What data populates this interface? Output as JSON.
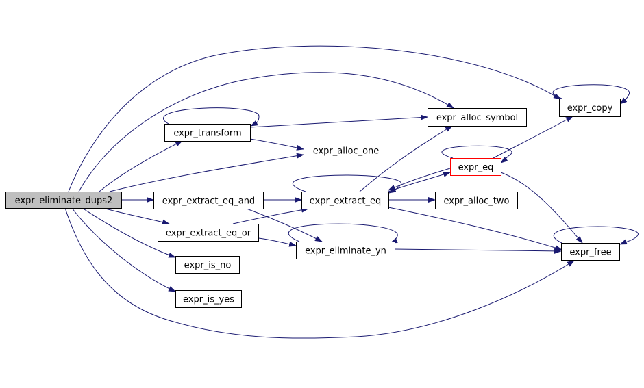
{
  "colors": {
    "edge": "#191970",
    "node_border": "#000000",
    "highlight_border": "#ff0000",
    "root_fill": "#bfbfbf",
    "node_fill": "#ffffff"
  },
  "nodes": [
    {
      "id": "expr_eliminate_dups2",
      "label": "expr_eliminate_dups2",
      "root": true
    },
    {
      "id": "expr_transform",
      "label": "expr_transform"
    },
    {
      "id": "expr_alloc_symbol",
      "label": "expr_alloc_symbol"
    },
    {
      "id": "expr_copy",
      "label": "expr_copy"
    },
    {
      "id": "expr_alloc_one",
      "label": "expr_alloc_one"
    },
    {
      "id": "expr_eq",
      "label": "expr_eq",
      "highlight": true
    },
    {
      "id": "expr_extract_eq_and",
      "label": "expr_extract_eq_and"
    },
    {
      "id": "expr_extract_eq",
      "label": "expr_extract_eq"
    },
    {
      "id": "expr_alloc_two",
      "label": "expr_alloc_two"
    },
    {
      "id": "expr_extract_eq_or",
      "label": "expr_extract_eq_or"
    },
    {
      "id": "expr_eliminate_yn",
      "label": "expr_eliminate_yn"
    },
    {
      "id": "expr_free",
      "label": "expr_free"
    },
    {
      "id": "expr_is_no",
      "label": "expr_is_no"
    },
    {
      "id": "expr_is_yes",
      "label": "expr_is_yes"
    }
  ],
  "edges": [
    {
      "from": "expr_eliminate_dups2",
      "to": "expr_copy"
    },
    {
      "from": "expr_eliminate_dups2",
      "to": "expr_alloc_symbol"
    },
    {
      "from": "expr_eliminate_dups2",
      "to": "expr_transform"
    },
    {
      "from": "expr_eliminate_dups2",
      "to": "expr_alloc_one"
    },
    {
      "from": "expr_eliminate_dups2",
      "to": "expr_extract_eq_and"
    },
    {
      "from": "expr_eliminate_dups2",
      "to": "expr_extract_eq_or"
    },
    {
      "from": "expr_eliminate_dups2",
      "to": "expr_is_no"
    },
    {
      "from": "expr_eliminate_dups2",
      "to": "expr_is_yes"
    },
    {
      "from": "expr_eliminate_dups2",
      "to": "expr_free"
    },
    {
      "from": "expr_transform",
      "to": "expr_transform"
    },
    {
      "from": "expr_transform",
      "to": "expr_alloc_symbol"
    },
    {
      "from": "expr_transform",
      "to": "expr_alloc_one"
    },
    {
      "from": "expr_copy",
      "to": "expr_copy"
    },
    {
      "from": "expr_eq",
      "to": "expr_eq"
    },
    {
      "from": "expr_eq",
      "to": "expr_copy"
    },
    {
      "from": "expr_eq",
      "to": "expr_extract_eq"
    },
    {
      "from": "expr_eq",
      "to": "expr_free"
    },
    {
      "from": "expr_extract_eq_and",
      "to": "expr_extract_eq"
    },
    {
      "from": "expr_extract_eq_and",
      "to": "expr_eliminate_yn"
    },
    {
      "from": "expr_extract_eq",
      "to": "expr_extract_eq"
    },
    {
      "from": "expr_extract_eq",
      "to": "expr_alloc_symbol"
    },
    {
      "from": "expr_extract_eq",
      "to": "expr_eq"
    },
    {
      "from": "expr_extract_eq",
      "to": "expr_alloc_two"
    },
    {
      "from": "expr_extract_eq",
      "to": "expr_free"
    },
    {
      "from": "expr_extract_eq_or",
      "to": "expr_extract_eq"
    },
    {
      "from": "expr_extract_eq_or",
      "to": "expr_eliminate_yn"
    },
    {
      "from": "expr_eliminate_yn",
      "to": "expr_eliminate_yn"
    },
    {
      "from": "expr_eliminate_yn",
      "to": "expr_free"
    },
    {
      "from": "expr_free",
      "to": "expr_free"
    }
  ]
}
